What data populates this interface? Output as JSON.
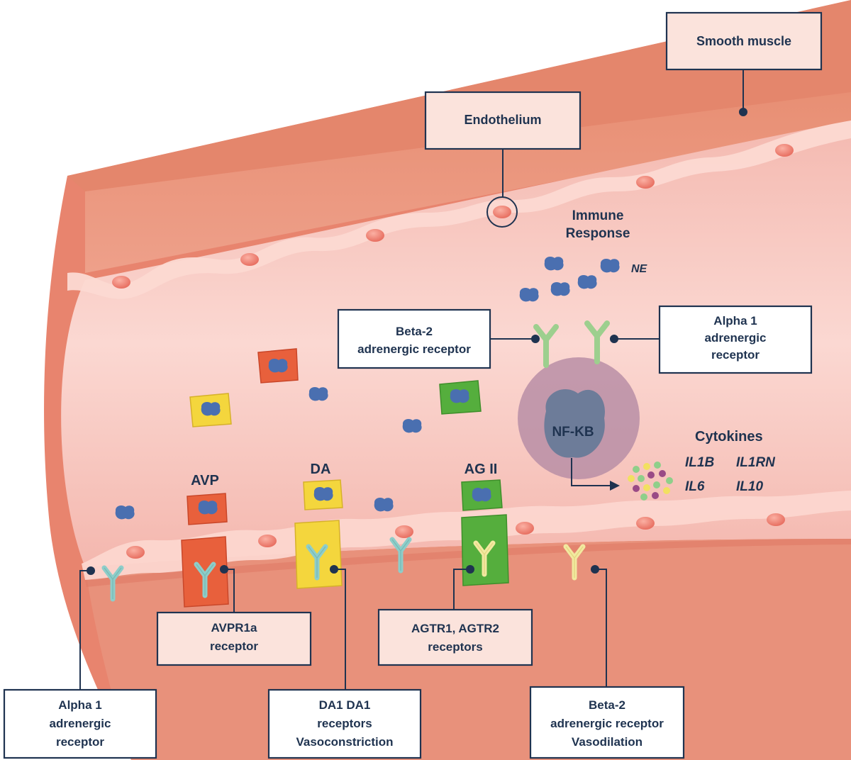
{
  "labels": {
    "smooth_muscle": "Smooth muscle",
    "endothelium": "Endothelium",
    "immune_response_1": "Immune",
    "immune_response_2": "Response",
    "ne": "NE",
    "beta2_top_1": "Beta-2",
    "beta2_top_2": "adrenergic receptor",
    "alpha1_top_1": "Alpha 1",
    "alpha1_top_2": "adrenergic",
    "alpha1_top_3": "receptor",
    "nfkb": "NF-KB",
    "cytokines": "Cytokines",
    "il1b": "IL1B",
    "il1rn": "IL1RN",
    "il6": "IL6",
    "il10": "IL10",
    "avp": "AVP",
    "da": "DA",
    "ag2": "AG II",
    "avpr1a_1": "AVPR1a",
    "avpr1a_2": "receptor",
    "agtr_1": "AGTR1, AGTR2",
    "agtr_2": "receptors",
    "alpha1_bottom_1": "Alpha 1",
    "alpha1_bottom_2": "adrenergic",
    "alpha1_bottom_3": "receptor",
    "da1_1": "DA1 DA1",
    "da1_2": "receptors",
    "da1_3": "Vasoconstriction",
    "beta2_bottom_1": "Beta-2",
    "beta2_bottom_2": "adrenergic receptor",
    "beta2_bottom_3": "Vasodilation"
  },
  "colors": {
    "vessel_outer": "#e8846e",
    "vessel_top_face": "#e9957b",
    "lumen": "#f6c4bc",
    "endothelial_band": "#fbd5cf",
    "endothelial_cell": "#ef7d6f",
    "label_box_fill": "#fbe3dc",
    "label_box_stroke": "#1f3350",
    "drug_blue": "#4a6fb0",
    "avp_cell": "#e8603c",
    "da_cell": "#f4d63d",
    "ag2_cell": "#55ae3d",
    "immune_cell": "#b98ea6",
    "nucleus": "#6d7c99",
    "receptor_teal": "#8ecdc9",
    "receptor_green": "#9dcf8e",
    "receptor_yellow": "#f2e9a0"
  },
  "icons": [
    "receptor-y-icon",
    "drug-molecule-icon",
    "endothelial-cell-icon",
    "cytokine-cluster-icon"
  ]
}
